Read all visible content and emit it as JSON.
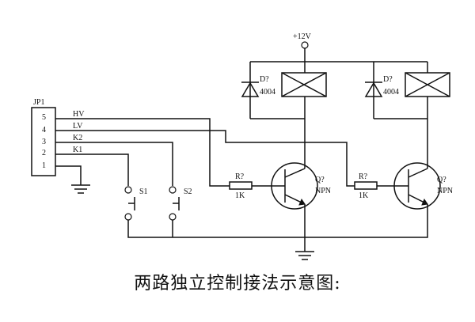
{
  "connector": {
    "ref": "JP1",
    "pins": [
      {
        "num": "5",
        "signal": "HV"
      },
      {
        "num": "4",
        "signal": "LV"
      },
      {
        "num": "3",
        "signal": "K2"
      },
      {
        "num": "2",
        "signal": "K1"
      },
      {
        "num": "1",
        "signal": ""
      }
    ]
  },
  "power": {
    "label": "+12V"
  },
  "switches": [
    {
      "ref": "S1"
    },
    {
      "ref": "S2"
    }
  ],
  "channels": [
    {
      "diode_ref": "D?",
      "diode_value": "4004",
      "resistor_ref": "R?",
      "resistor_value": "1K",
      "transistor_ref": "Q?",
      "transistor_type": "NPN"
    },
    {
      "diode_ref": "D?",
      "diode_value": "4004",
      "resistor_ref": "R?",
      "resistor_value": "1K",
      "transistor_ref": "Q?",
      "transistor_type": "NPN"
    }
  ],
  "caption": "两路独立控制接法示意图:"
}
